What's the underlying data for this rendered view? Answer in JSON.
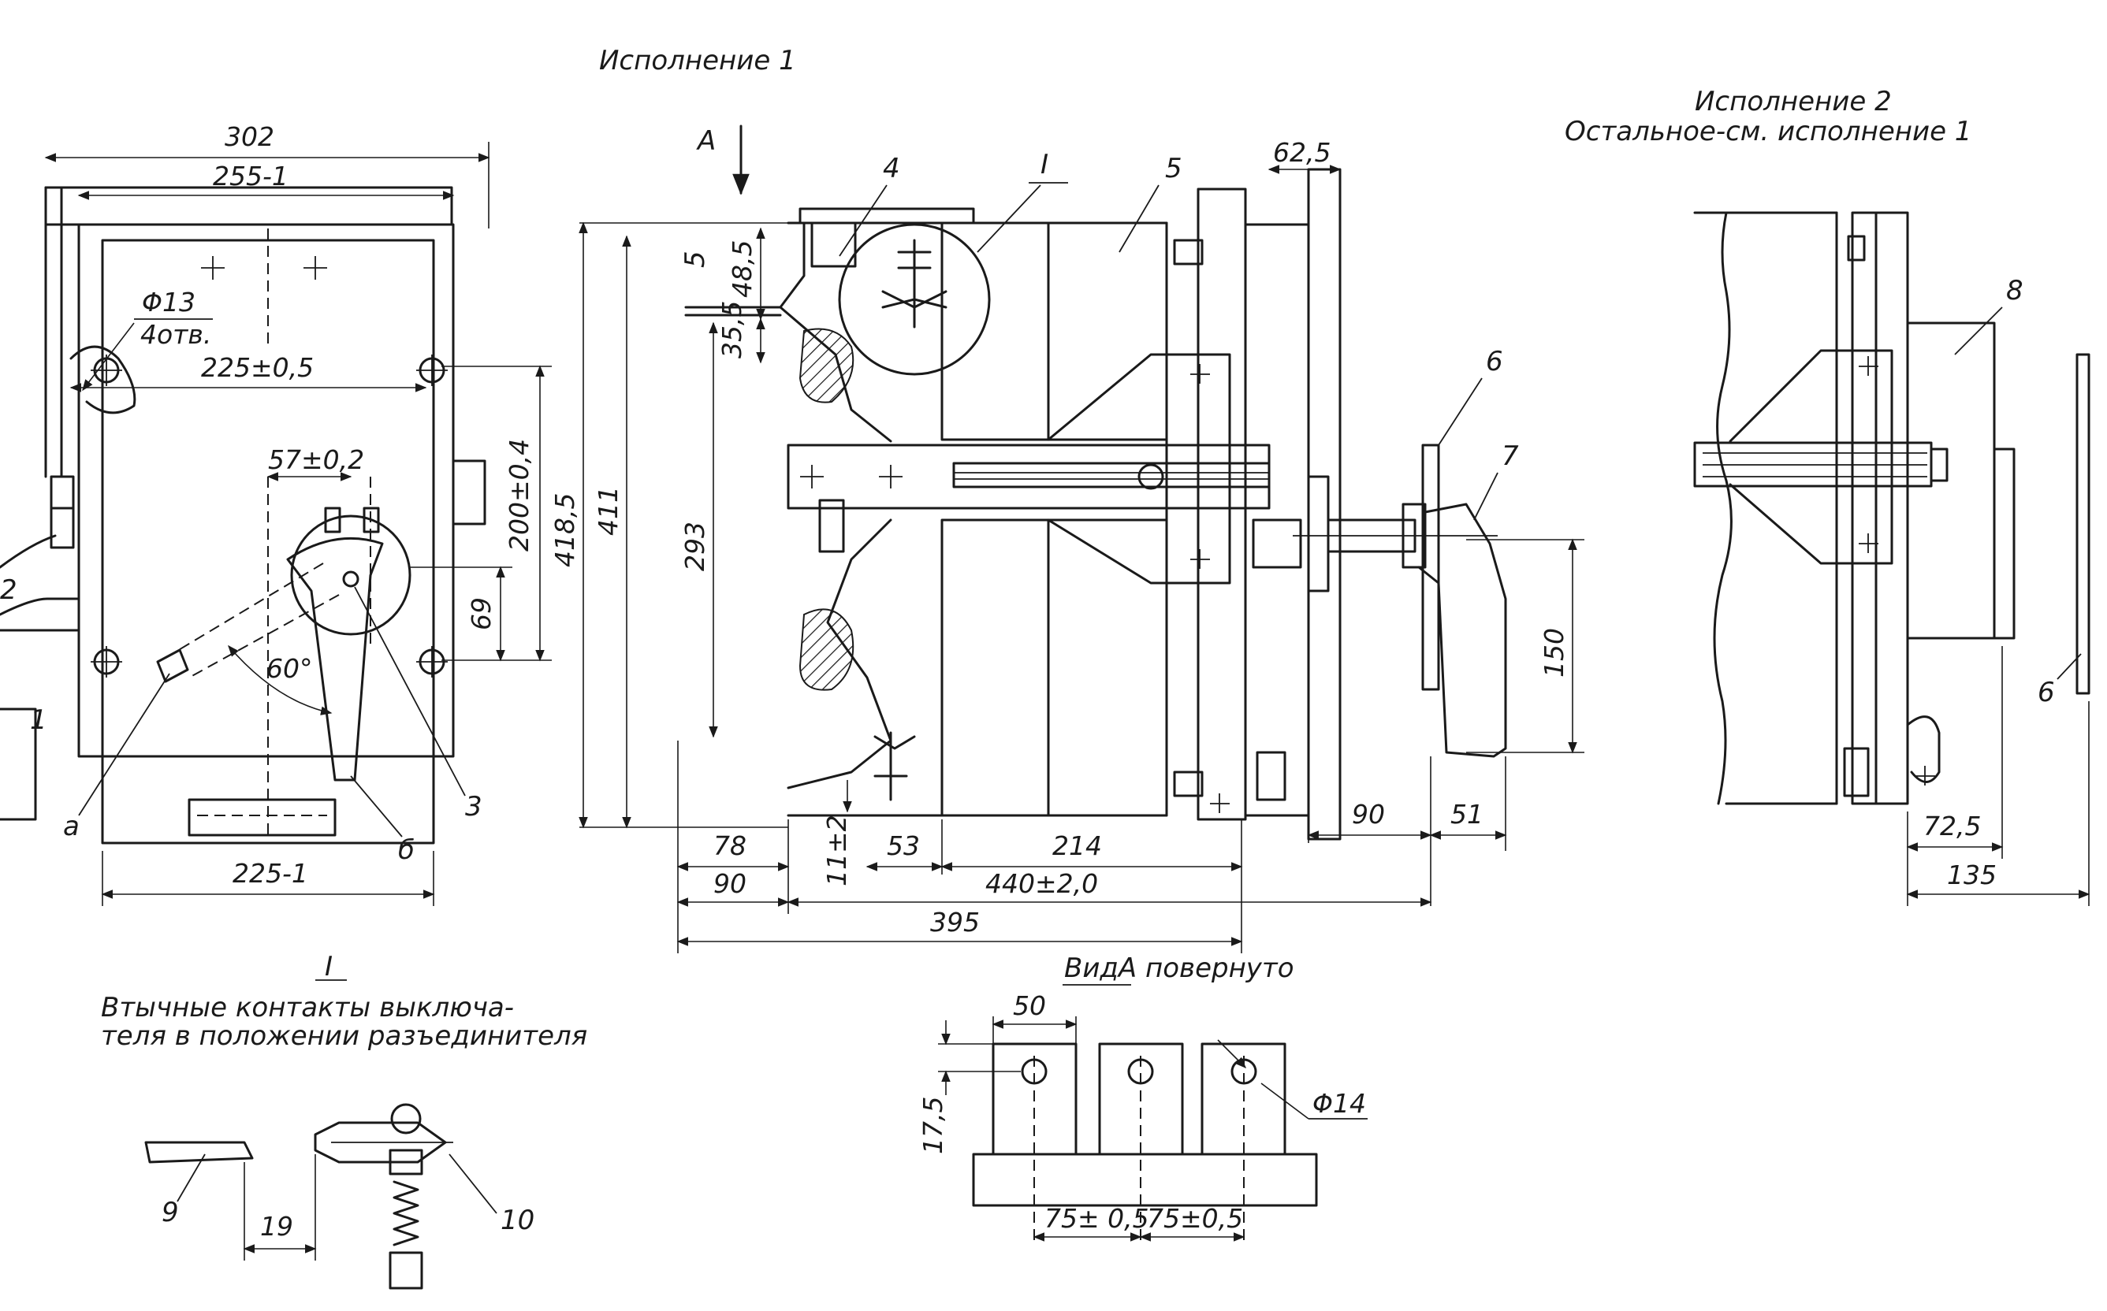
{
  "titles": {
    "variant1": "Исполнение 1",
    "variant2": "Исполнение 2",
    "variant2_note": "Остальное-см. исполнение 1",
    "detail_mark": "I",
    "detail_caption_line1": "Втычные контакты выключа-",
    "detail_caption_line2": "теля  в положении разъединителя",
    "view_a": "ВидА повернуто",
    "view_arrow": "А"
  },
  "front_view": {
    "dims": {
      "overall_width": "302",
      "top_width": "255-1",
      "hole_spacing": "225±0,5",
      "hole_dia": "Φ13",
      "hole_count": "4отв.",
      "handle_spacing": "57±0,2",
      "height_200": "200±0,4",
      "height_69": "69",
      "bottom_width": "225-1",
      "angle": "60°"
    },
    "parts": [
      "1",
      "2",
      "3",
      "а",
      "б"
    ]
  },
  "side_view": {
    "dims": {
      "d62_5": "62,5",
      "d48_5": "48,5",
      "d35_5": "35,5",
      "d418_5": "418,5",
      "d411": "411",
      "d293": "293",
      "d150": "150",
      "d78": "78",
      "d53": "53",
      "d214": "214",
      "d11": "11±2",
      "d90a": "90",
      "d440": "440±2,0",
      "d90b": "90",
      "d51": "51",
      "d395": "395"
    },
    "parts": [
      "4",
      "5",
      "5",
      "6",
      "7",
      "I"
    ]
  },
  "variant2_view": {
    "dims": {
      "d72_5": "72,5",
      "d135": "135"
    },
    "parts": [
      "8",
      "6"
    ]
  },
  "detail_view": {
    "dims": {
      "gap": "19"
    },
    "parts": [
      "9",
      "10"
    ]
  },
  "view_a_dims": {
    "d50": "50",
    "d17_5": "17,5",
    "d75a": "75± 0,5",
    "d75b": "75±0,5",
    "hole": "Φ14"
  }
}
